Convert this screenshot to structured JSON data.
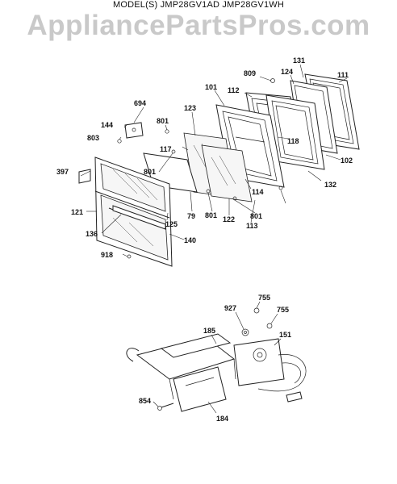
{
  "header": {
    "model_line": "MODEL(S) JMP28GV1AD  JMP28GV1WH",
    "watermark": "AppliancePartsPros.com"
  },
  "part_labels": [
    "131",
    "111",
    "809",
    "124",
    "101",
    "112",
    "694",
    "801",
    "123",
    "144",
    "803",
    "118",
    "117",
    "102",
    "397",
    "801",
    "132",
    "114",
    "79",
    "801",
    "122",
    "801",
    "113",
    "121",
    "125",
    "136",
    "140",
    "918",
    "755",
    "927",
    "755",
    "185",
    "151",
    "854",
    "184"
  ]
}
